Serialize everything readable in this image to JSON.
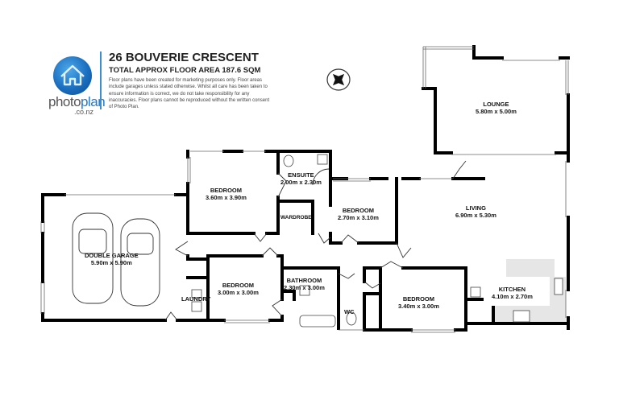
{
  "header": {
    "brand_name_prefix": "photo",
    "brand_name_suffix": "plan",
    "brand_domain": ".co.nz",
    "address": "26 BOUVERIE CRESCENT",
    "floor_area": "TOTAL APPROX FLOOR AREA 187.6 SQM",
    "disclaimer": "Floor plans have been created for marketing purposes only. Floor areas include garages unless stated otherwise. Whilst all care has been taken to ensure information is correct, we do not take responsibility for any inaccuracies. Floor plans cannot be reproduced without the written consent of Photo Plan."
  },
  "compass": {
    "icon": "compass-rose-icon"
  },
  "rooms": [
    {
      "name": "LOUNGE",
      "size": "5.80m  x 5.00m"
    },
    {
      "name": "BEDROOM",
      "size": "3.60m  x 3.90m"
    },
    {
      "name": "ENSUITE",
      "size": "2.00m  x 2.30m"
    },
    {
      "name": "WARDROBE",
      "size": ""
    },
    {
      "name": "BEDROOM",
      "size": "2.70m  x 3.10m"
    },
    {
      "name": "LIVING",
      "size": "6.90m  x 5.30m"
    },
    {
      "name": "DOUBLE GARAGE",
      "size": "5.90m  x 5.90m"
    },
    {
      "name": "BEDROOM",
      "size": "3.00m  x 3.00m"
    },
    {
      "name": "BATHROOM",
      "size": "2.30m  x 3.00m"
    },
    {
      "name": "LAUNDRY",
      "size": ""
    },
    {
      "name": "WC",
      "size": ""
    },
    {
      "name": "BEDROOM",
      "size": "3.40m  x 3.00m"
    },
    {
      "name": "KITCHEN",
      "size": "4.10m  x 2.70m"
    }
  ],
  "colors": {
    "wall": "#000000",
    "accent_blue": "#1f7bd0",
    "kitchen_bench": "#e6e6e6"
  }
}
